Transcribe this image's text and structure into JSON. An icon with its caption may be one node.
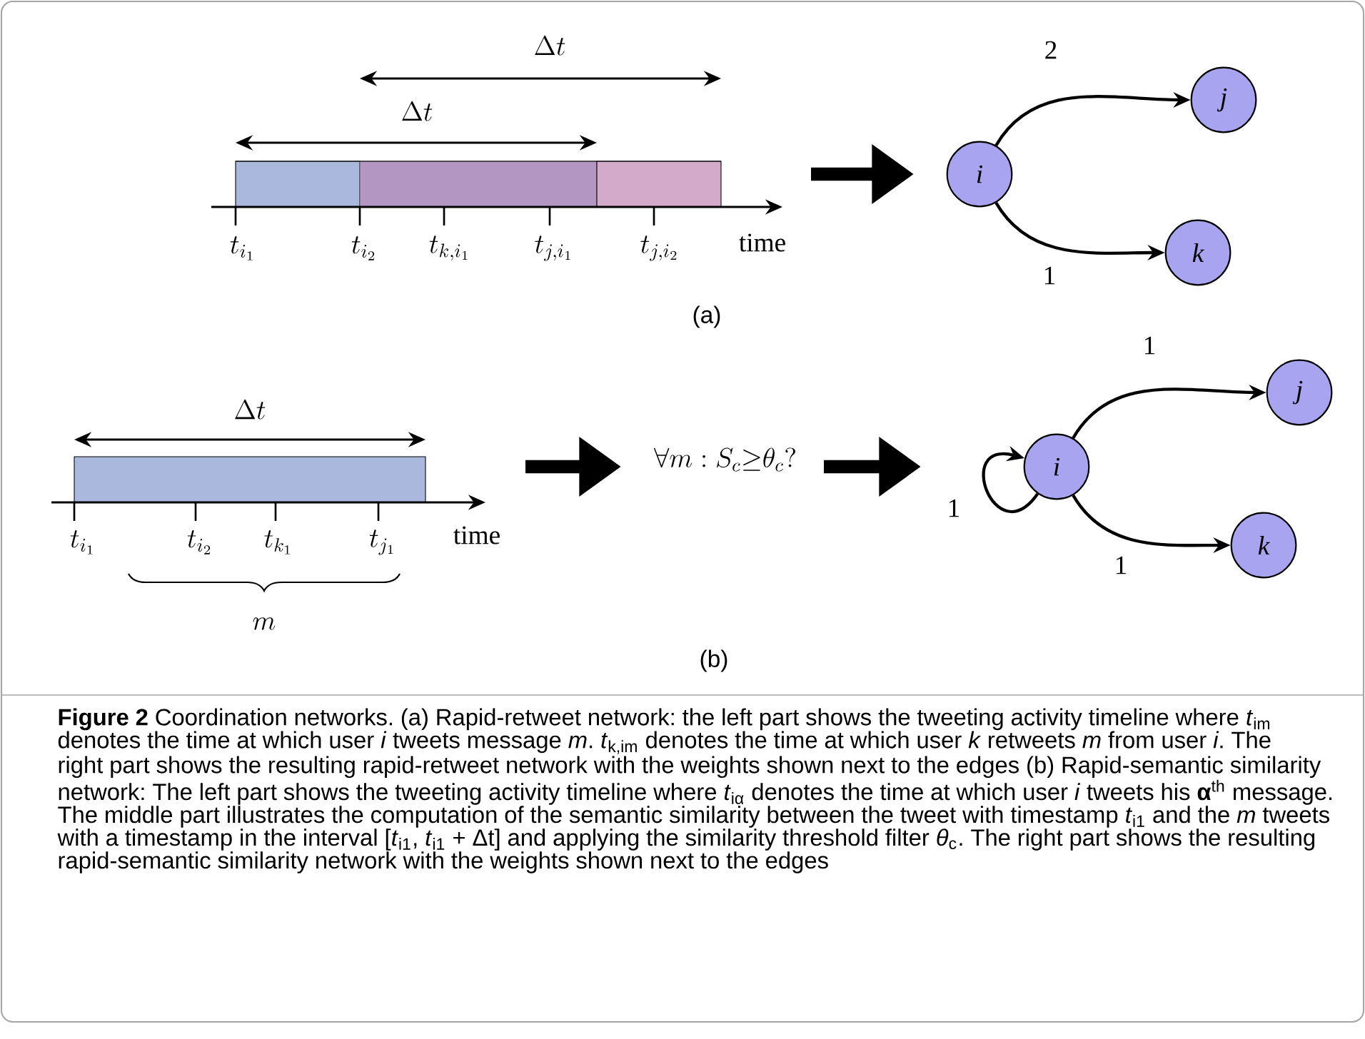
{
  "diagram": {
    "caption": "**Figure 2**  Coordination networks. (a) Rapid-retweet network: the left part shows the tweeting activity timeline where *t*$_{im}$ denotes the time at which user *i* tweets message *m*. *t*$_{k,im}$ denotes the time at which user *k* retweets *m* from user *i*. The right part shows the resulting rapid-retweet network with the weights shown next to the edges (b) Rapid-semantic similarity network: The left part shows the tweeting activity timeline where *t*$_{iα}$ denotes the time at which user *i* tweets his **α**$^{th}$ message. The middle part illustrates the computation of the semantic similarity between the tweet with timestamp *t*$_{i1}$ and the *m* tweets with a timestamp in the interval [*t*$_{i1}$, *t*$_{i1}$ + Δt] and applying the similarity threshold filter *θ*$_{c}$. The right part shows the resulting rapid-semantic similarity network with the weights shown next to the edges",
    "nodes": [
      {
        "text": [
          "i"
        ]
      },
      {
        "text": [
          "j"
        ]
      },
      {
        "text": [
          "k"
        ]
      },
      {
        "text": [
          "i"
        ]
      },
      {
        "text": [
          "j"
        ]
      },
      {
        "text": [
          "k"
        ]
      }
    ],
    "edges": [
      {
        "from": 0,
        "to": 1,
        "arrow": "to",
        "label": "2"
      },
      {
        "from": 0,
        "to": 2,
        "arrow": "to",
        "label": "1"
      },
      {
        "from": 3,
        "to": 3,
        "arrow": "to",
        "label": "1"
      },
      {
        "from": 3,
        "to": 4,
        "arrow": "to",
        "label": "1"
      },
      {
        "from": 3,
        "to": 5,
        "arrow": "to",
        "label": "1"
      }
    ],
    "labels": [
      "\\Delta t",
      "\\Delta t",
      "t_{i_1}",
      "t_{i_2}",
      "t_{k,i_1}",
      "t_{j,i_1}",
      "t_{j,i_2}",
      "time",
      "(a)",
      "\\Delta t",
      "t_{i_1}",
      "t_{i_2}",
      "t_{k_1}",
      "t_{j_1}",
      "time",
      "m",
      "\\forall m : S_c{\\geq}\\theta_c?",
      "(b)"
    ]
  }
}
